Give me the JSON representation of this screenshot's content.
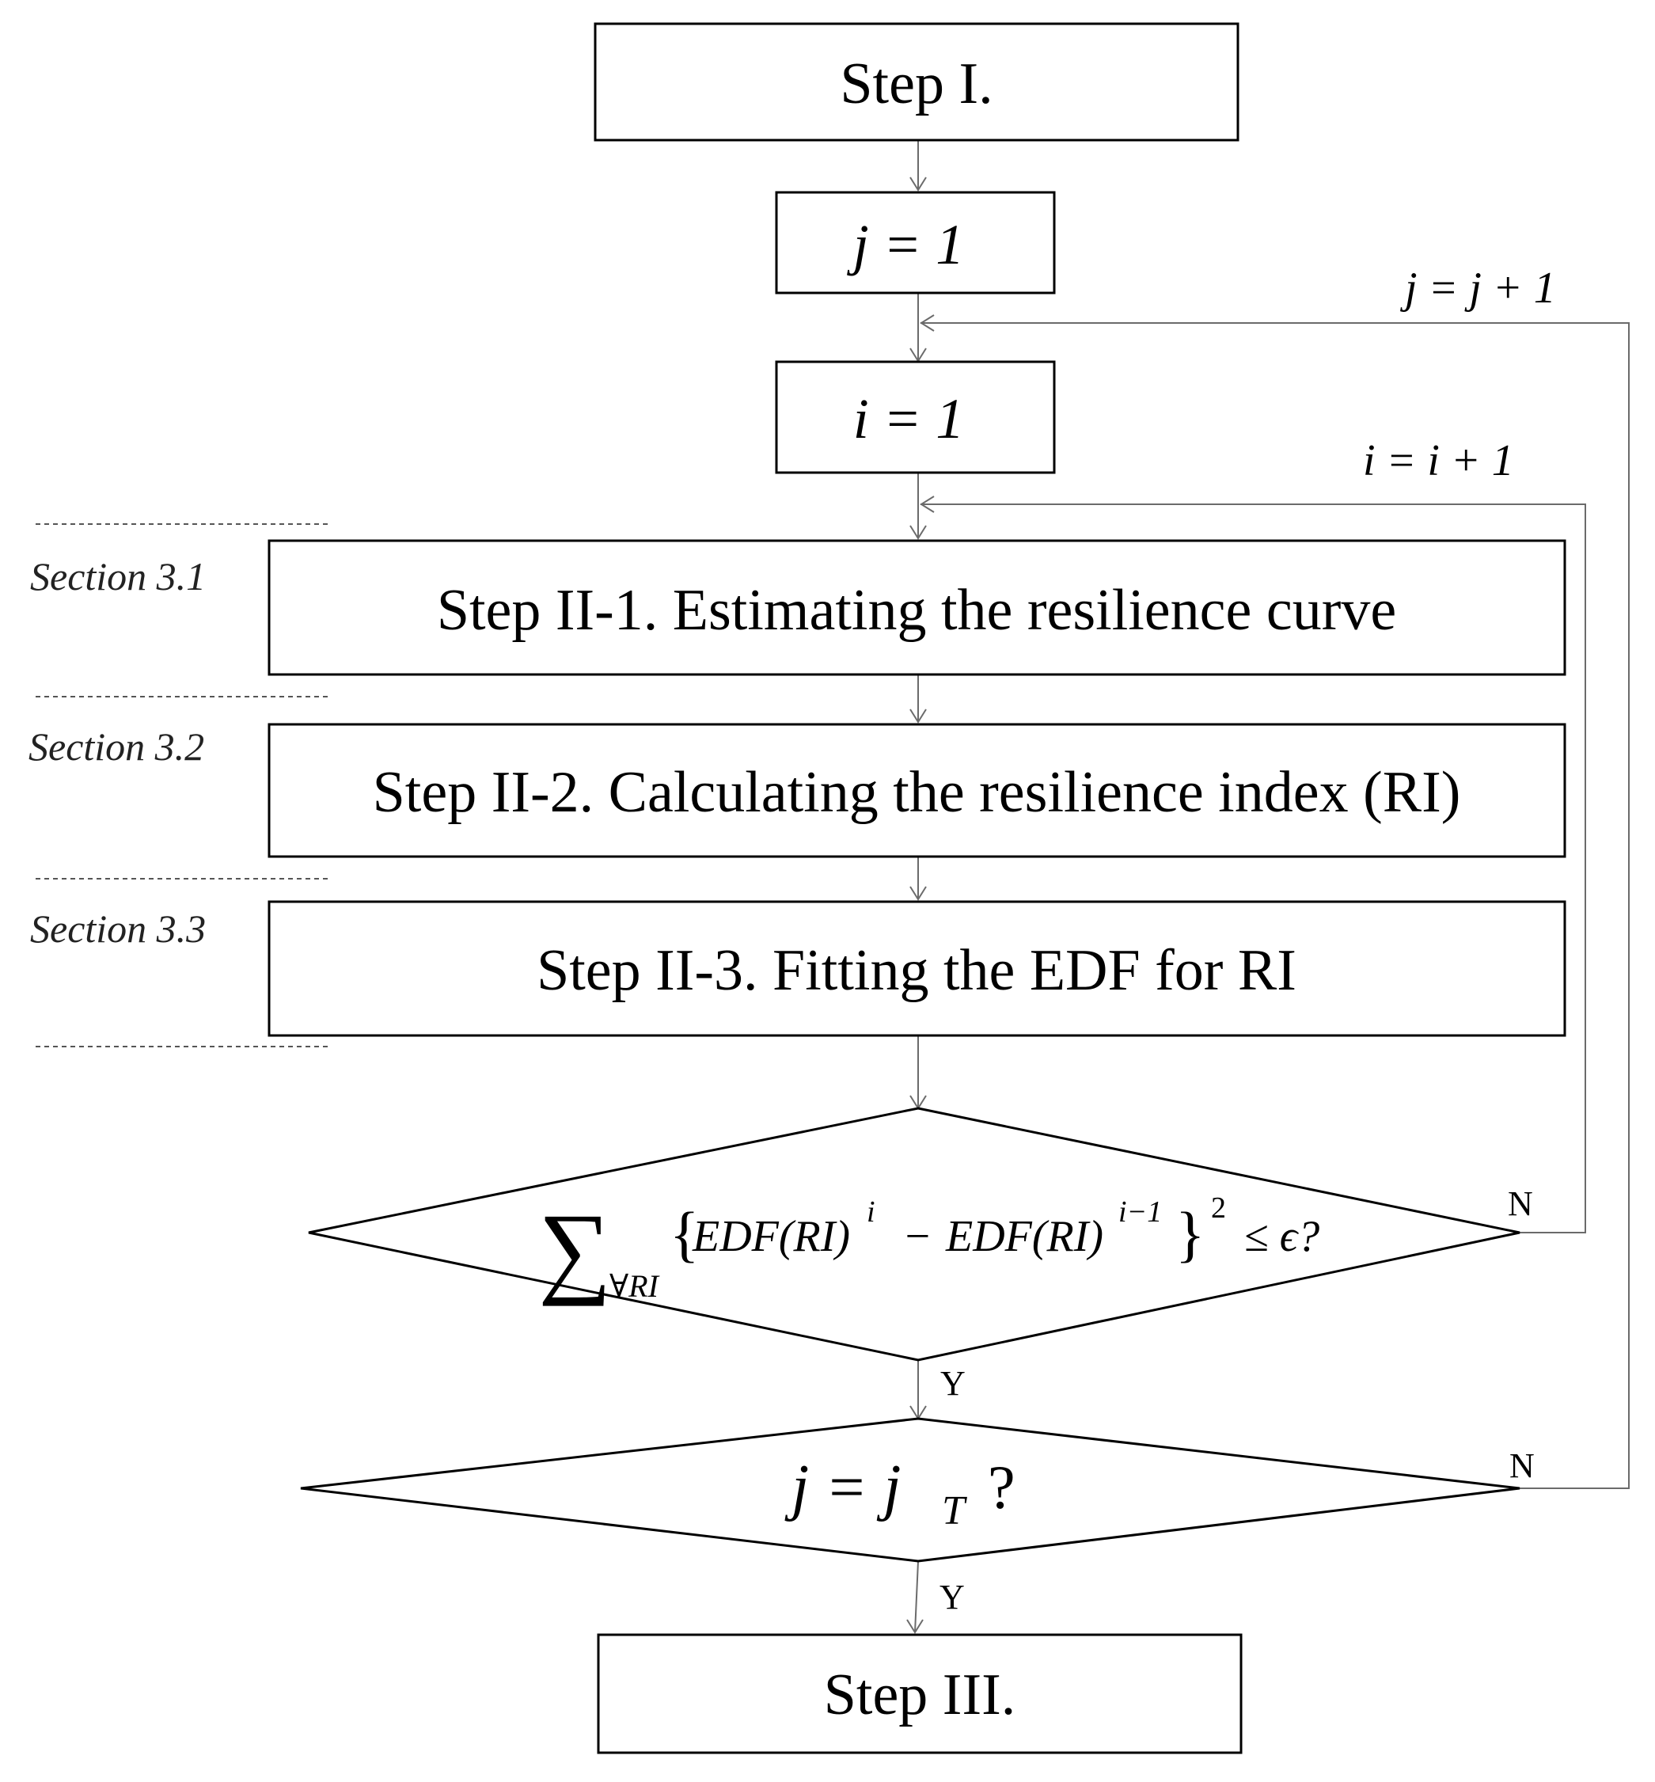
{
  "nodes": {
    "step1": "Step I.",
    "j_init": "j = 1",
    "i_init": "i = 1",
    "step2_1": "Step II-1. Estimating the resilience curve",
    "step2_2": "Step II-2. Calculating the resilience index (RI)",
    "step2_3": "Step II-3. Fitting the EDF for RI",
    "step3": "Step III."
  },
  "sections": {
    "s1": "Section 3.1",
    "s2": "Section 3.2",
    "s3": "Section 3.3"
  },
  "loops": {
    "j_increment": "j = j + 1",
    "i_increment": "i = i + 1"
  },
  "decision1": {
    "sum_symbol": "∑",
    "sum_subscript": "∀RI",
    "open_brace": "{",
    "term1": "EDF(RI)",
    "term1_sup": "i",
    "minus": "−",
    "term2": "EDF(RI)",
    "term2_sup": "i−1",
    "close_brace": "}",
    "square": "2",
    "tail": "≤ ϵ?",
    "yes_label": "Y",
    "no_label": "N"
  },
  "decision2": {
    "lhs": "j = j",
    "subscript": "T",
    "tail": "?",
    "yes_label": "Y",
    "no_label": "N"
  }
}
